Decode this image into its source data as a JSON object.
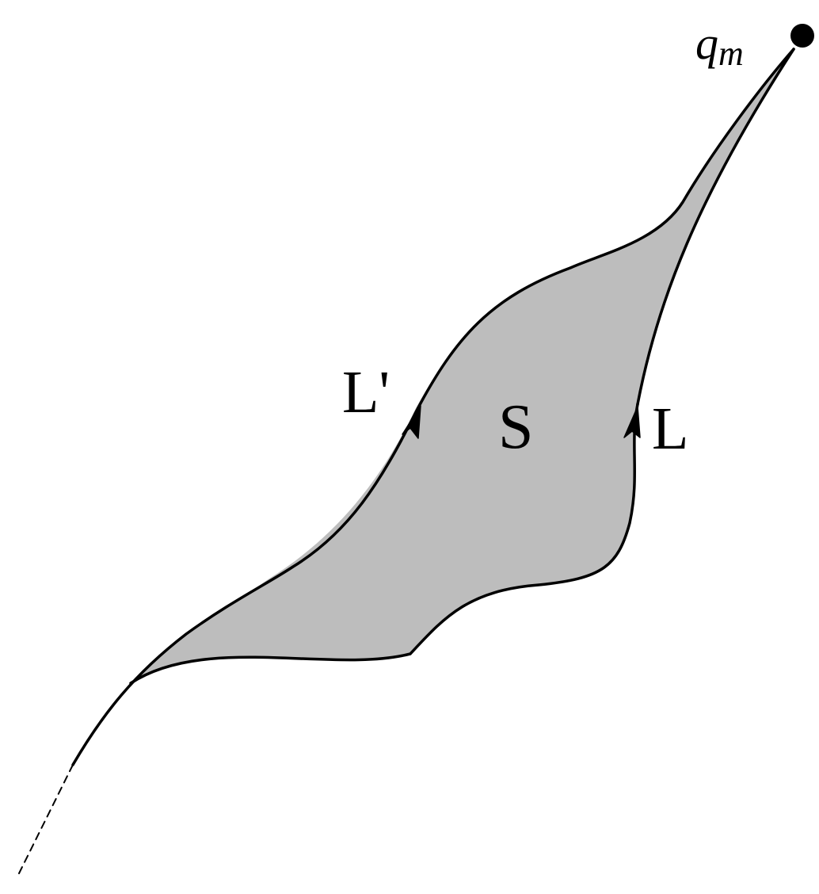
{
  "labels": {
    "endpoint": "q",
    "endpoint_subscript": "m",
    "path_left": "L'",
    "path_right": "L",
    "surface": "S"
  },
  "colors": {
    "surface_fill": "#bdbdbd",
    "stroke": "#000000",
    "background": "#ffffff"
  }
}
